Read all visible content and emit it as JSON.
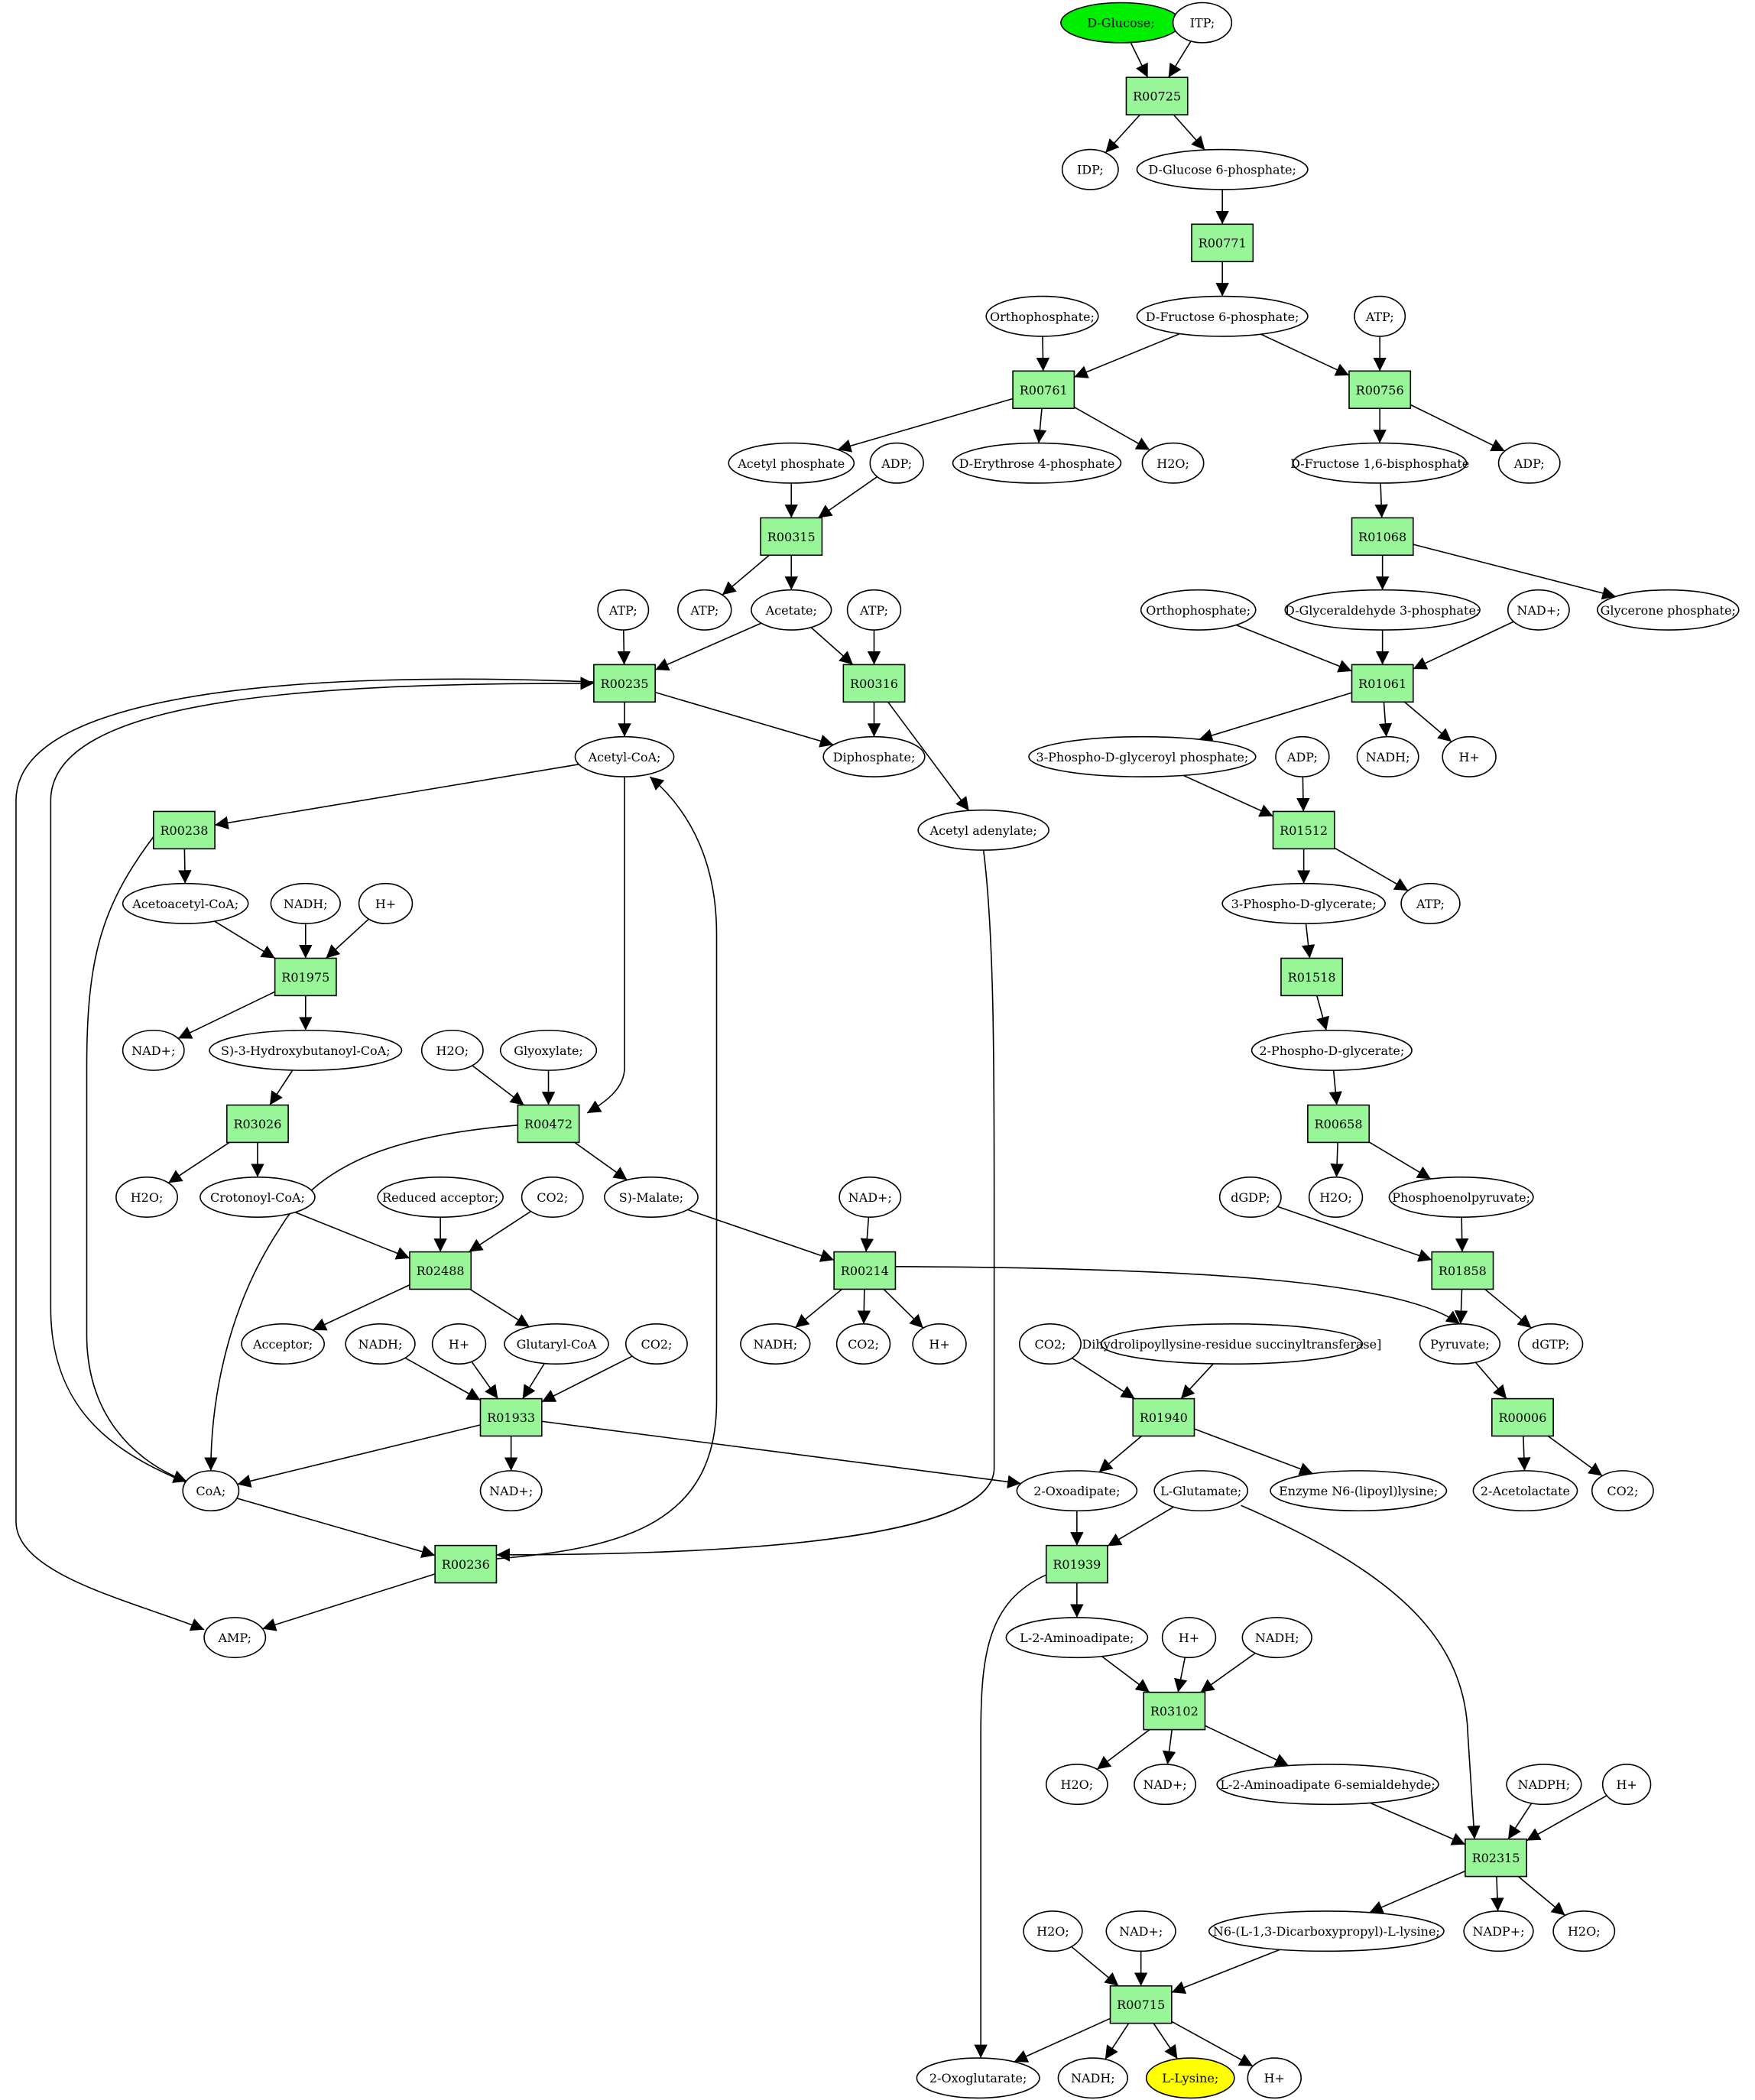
{
  "colors": {
    "reaction_fill": "#98f598",
    "compound_fill": "#ffffff",
    "start_fill": "#00ee00",
    "target_fill": "#ffff00",
    "stroke": "#000000"
  },
  "nodes": [
    {
      "id": "glc",
      "label": "D-Glucose;",
      "kind": "start"
    },
    {
      "id": "itp",
      "label": "ITP;",
      "kind": "compound"
    },
    {
      "id": "R00725",
      "label": "R00725",
      "kind": "reaction"
    },
    {
      "id": "idp",
      "label": "IDP;",
      "kind": "compound"
    },
    {
      "id": "g6p",
      "label": "D-Glucose 6-phosphate;",
      "kind": "compound"
    },
    {
      "id": "R00771",
      "label": "R00771",
      "kind": "reaction"
    },
    {
      "id": "orthoA",
      "label": "Orthophosphate;",
      "kind": "compound"
    },
    {
      "id": "f6p",
      "label": "D-Fructose 6-phosphate;",
      "kind": "compound"
    },
    {
      "id": "atpA",
      "label": "ATP;",
      "kind": "compound"
    },
    {
      "id": "R00761",
      "label": "R00761",
      "kind": "reaction"
    },
    {
      "id": "R00756",
      "label": "R00756",
      "kind": "reaction"
    },
    {
      "id": "acp",
      "label": "Acetyl phosphate",
      "kind": "compound"
    },
    {
      "id": "adpA",
      "label": "ADP;",
      "kind": "compound"
    },
    {
      "id": "e4p",
      "label": "D-Erythrose 4-phosphate",
      "kind": "compound"
    },
    {
      "id": "h2oA",
      "label": "H2O;",
      "kind": "compound"
    },
    {
      "id": "fbp",
      "label": "D-Fructose 1,6-bisphosphate",
      "kind": "compound"
    },
    {
      "id": "adpB",
      "label": "ADP;",
      "kind": "compound"
    },
    {
      "id": "R00315",
      "label": "R00315",
      "kind": "reaction"
    },
    {
      "id": "R01068",
      "label": "R01068",
      "kind": "reaction"
    },
    {
      "id": "atpB",
      "label": "ATP;",
      "kind": "compound"
    },
    {
      "id": "atpC",
      "label": "ATP;",
      "kind": "compound"
    },
    {
      "id": "acetate",
      "label": "Acetate;",
      "kind": "compound"
    },
    {
      "id": "atpD",
      "label": "ATP;",
      "kind": "compound"
    },
    {
      "id": "orthoB",
      "label": "Orthophosphate;",
      "kind": "compound"
    },
    {
      "id": "g3p",
      "label": "D-Glyceraldehyde 3-phosphate;",
      "kind": "compound"
    },
    {
      "id": "nadA",
      "label": "NAD+;",
      "kind": "compound"
    },
    {
      "id": "dhap",
      "label": "Glycerone phosphate;",
      "kind": "compound"
    },
    {
      "id": "R00235",
      "label": "R00235",
      "kind": "reaction"
    },
    {
      "id": "R00316",
      "label": "R00316",
      "kind": "reaction"
    },
    {
      "id": "R01061",
      "label": "R01061",
      "kind": "reaction"
    },
    {
      "id": "acoa",
      "label": "Acetyl-CoA;",
      "kind": "compound"
    },
    {
      "id": "ppi",
      "label": "Diphosphate;",
      "kind": "compound"
    },
    {
      "id": "bpg",
      "label": "3-Phospho-D-glyceroyl phosphate;",
      "kind": "compound"
    },
    {
      "id": "adpC",
      "label": "ADP;",
      "kind": "compound"
    },
    {
      "id": "nadhA",
      "label": "NADH;",
      "kind": "compound"
    },
    {
      "id": "hA",
      "label": "H+",
      "kind": "compound"
    },
    {
      "id": "R00238",
      "label": "R00238",
      "kind": "reaction"
    },
    {
      "id": "acamp",
      "label": "Acetyl adenylate;",
      "kind": "compound"
    },
    {
      "id": "R01512",
      "label": "R01512",
      "kind": "reaction"
    },
    {
      "id": "aacoa",
      "label": "Acetoacetyl-CoA;",
      "kind": "compound"
    },
    {
      "id": "nadhB",
      "label": "NADH;",
      "kind": "compound"
    },
    {
      "id": "hB",
      "label": "H+",
      "kind": "compound"
    },
    {
      "id": "pg3",
      "label": "3-Phospho-D-glycerate;",
      "kind": "compound"
    },
    {
      "id": "atpE",
      "label": "ATP;",
      "kind": "compound"
    },
    {
      "id": "R01975",
      "label": "R01975",
      "kind": "reaction"
    },
    {
      "id": "R01518",
      "label": "R01518",
      "kind": "reaction"
    },
    {
      "id": "nadB",
      "label": "NAD+;",
      "kind": "compound"
    },
    {
      "id": "hbcoa",
      "label": "S)-3-Hydroxybutanoyl-CoA;",
      "kind": "compound"
    },
    {
      "id": "h2oB",
      "label": "H2O;",
      "kind": "compound"
    },
    {
      "id": "glyox",
      "label": "Glyoxylate;",
      "kind": "compound"
    },
    {
      "id": "pg2",
      "label": "2-Phospho-D-glycerate;",
      "kind": "compound"
    },
    {
      "id": "R03026",
      "label": "R03026",
      "kind": "reaction"
    },
    {
      "id": "R00472",
      "label": "R00472",
      "kind": "reaction"
    },
    {
      "id": "R00658",
      "label": "R00658",
      "kind": "reaction"
    },
    {
      "id": "h2oC",
      "label": "H2O;",
      "kind": "compound"
    },
    {
      "id": "crcoa",
      "label": "Crotonoyl-CoA;",
      "kind": "compound"
    },
    {
      "id": "redacc",
      "label": "Reduced acceptor;",
      "kind": "compound"
    },
    {
      "id": "co2A",
      "label": "CO2;",
      "kind": "compound"
    },
    {
      "id": "malate",
      "label": "S)-Malate;",
      "kind": "compound"
    },
    {
      "id": "nadC",
      "label": "NAD+;",
      "kind": "compound"
    },
    {
      "id": "dgdp",
      "label": "dGDP;",
      "kind": "compound"
    },
    {
      "id": "h2oD",
      "label": "H2O;",
      "kind": "compound"
    },
    {
      "id": "pep",
      "label": "Phosphoenolpyruvate;",
      "kind": "compound"
    },
    {
      "id": "R02488",
      "label": "R02488",
      "kind": "reaction"
    },
    {
      "id": "R00214",
      "label": "R00214",
      "kind": "reaction"
    },
    {
      "id": "R01858",
      "label": "R01858",
      "kind": "reaction"
    },
    {
      "id": "acceptor",
      "label": "Acceptor;",
      "kind": "compound"
    },
    {
      "id": "nadhC",
      "label": "NADH;",
      "kind": "compound"
    },
    {
      "id": "hC",
      "label": "H+",
      "kind": "compound"
    },
    {
      "id": "glucoa",
      "label": "Glutaryl-CoA",
      "kind": "compound"
    },
    {
      "id": "co2B",
      "label": "CO2;",
      "kind": "compound"
    },
    {
      "id": "nadhD",
      "label": "NADH;",
      "kind": "compound"
    },
    {
      "id": "co2C",
      "label": "CO2;",
      "kind": "compound"
    },
    {
      "id": "hD",
      "label": "H+",
      "kind": "compound"
    },
    {
      "id": "co2D",
      "label": "CO2;",
      "kind": "compound"
    },
    {
      "id": "dhlst",
      "label": "Dihydrolipoyllysine-residue succinyltransferase]",
      "kind": "compound"
    },
    {
      "id": "pyr",
      "label": "Pyruvate;",
      "kind": "compound"
    },
    {
      "id": "dgtp",
      "label": "dGTP;",
      "kind": "compound"
    },
    {
      "id": "R01933",
      "label": "R01933",
      "kind": "reaction"
    },
    {
      "id": "R01940",
      "label": "R01940",
      "kind": "reaction"
    },
    {
      "id": "R00006",
      "label": "R00006",
      "kind": "reaction"
    },
    {
      "id": "coa",
      "label": "CoA;",
      "kind": "compound"
    },
    {
      "id": "nadD",
      "label": "NAD+;",
      "kind": "compound"
    },
    {
      "id": "oxoad",
      "label": "2-Oxoadipate;",
      "kind": "compound"
    },
    {
      "id": "glu",
      "label": "L-Glutamate;",
      "kind": "compound"
    },
    {
      "id": "lipoyl",
      "label": "Enzyme N6-(lipoyl)lysine;",
      "kind": "compound"
    },
    {
      "id": "acetol",
      "label": "2-Acetolactate",
      "kind": "compound"
    },
    {
      "id": "co2E",
      "label": "CO2;",
      "kind": "compound"
    },
    {
      "id": "R00236",
      "label": "R00236",
      "kind": "reaction"
    },
    {
      "id": "R01939",
      "label": "R01939",
      "kind": "reaction"
    },
    {
      "id": "amp",
      "label": "AMP;",
      "kind": "compound"
    },
    {
      "id": "l2aa",
      "label": "L-2-Aminoadipate;",
      "kind": "compound"
    },
    {
      "id": "hE",
      "label": "H+",
      "kind": "compound"
    },
    {
      "id": "nadhE",
      "label": "NADH;",
      "kind": "compound"
    },
    {
      "id": "R03102",
      "label": "R03102",
      "kind": "reaction"
    },
    {
      "id": "h2oE",
      "label": "H2O;",
      "kind": "compound"
    },
    {
      "id": "nadE",
      "label": "NAD+;",
      "kind": "compound"
    },
    {
      "id": "aasa",
      "label": "L-2-Aminoadipate 6-semialdehyde;",
      "kind": "compound"
    },
    {
      "id": "nadph",
      "label": "NADPH;",
      "kind": "compound"
    },
    {
      "id": "hF",
      "label": "H+",
      "kind": "compound"
    },
    {
      "id": "R02315",
      "label": "R02315",
      "kind": "reaction"
    },
    {
      "id": "h2oF",
      "label": "H2O;",
      "kind": "compound"
    },
    {
      "id": "nadF",
      "label": "NAD+;",
      "kind": "compound"
    },
    {
      "id": "saccharopine",
      "label": "N6-(L-1,3-Dicarboxypropyl)-L-lysine;",
      "kind": "compound"
    },
    {
      "id": "nadpp",
      "label": "NADP+;",
      "kind": "compound"
    },
    {
      "id": "h2oG",
      "label": "H2O;",
      "kind": "compound"
    },
    {
      "id": "R00715",
      "label": "R00715",
      "kind": "reaction"
    },
    {
      "id": "oxoglu",
      "label": "2-Oxoglutarate;",
      "kind": "compound"
    },
    {
      "id": "nadhF",
      "label": "NADH;",
      "kind": "compound"
    },
    {
      "id": "lys",
      "label": "L-Lysine;",
      "kind": "target"
    },
    {
      "id": "hG",
      "label": "H+",
      "kind": "compound"
    }
  ],
  "edges": [
    [
      "glc",
      "R00725"
    ],
    [
      "itp",
      "R00725"
    ],
    [
      "R00725",
      "idp"
    ],
    [
      "R00725",
      "g6p"
    ],
    [
      "g6p",
      "R00771"
    ],
    [
      "R00771",
      "f6p"
    ],
    [
      "orthoA",
      "R00761"
    ],
    [
      "f6p",
      "R00761"
    ],
    [
      "f6p",
      "R00756"
    ],
    [
      "atpA",
      "R00756"
    ],
    [
      "R00761",
      "acp"
    ],
    [
      "R00761",
      "e4p"
    ],
    [
      "R00761",
      "h2oA"
    ],
    [
      "R00756",
      "fbp"
    ],
    [
      "R00756",
      "adpB"
    ],
    [
      "acp",
      "R00315"
    ],
    [
      "adpA",
      "R00315"
    ],
    [
      "R00315",
      "atpC"
    ],
    [
      "R00315",
      "acetate"
    ],
    [
      "fbp",
      "R01068"
    ],
    [
      "R01068",
      "g3p"
    ],
    [
      "R01068",
      "dhap"
    ],
    [
      "atpB",
      "R00235"
    ],
    [
      "acetate",
      "R00235"
    ],
    [
      "acetate",
      "R00316"
    ],
    [
      "atpD",
      "R00316"
    ],
    [
      "coa",
      "R00235"
    ],
    [
      "R00235",
      "acoa"
    ],
    [
      "R00235",
      "ppi"
    ],
    [
      "R00235",
      "amp"
    ],
    [
      "R00316",
      "ppi"
    ],
    [
      "R00316",
      "acamp"
    ],
    [
      "orthoB",
      "R01061"
    ],
    [
      "g3p",
      "R01061"
    ],
    [
      "nadA",
      "R01061"
    ],
    [
      "R01061",
      "bpg"
    ],
    [
      "R01061",
      "nadhA"
    ],
    [
      "R01061",
      "hA"
    ],
    [
      "acoa",
      "R00238"
    ],
    [
      "acoa",
      "R00472"
    ],
    [
      "R00238",
      "aacoa"
    ],
    [
      "R00238",
      "coa"
    ],
    [
      "bpg",
      "R01512"
    ],
    [
      "adpC",
      "R01512"
    ],
    [
      "R01512",
      "pg3"
    ],
    [
      "R01512",
      "atpE"
    ],
    [
      "aacoa",
      "R01975"
    ],
    [
      "nadhB",
      "R01975"
    ],
    [
      "hB",
      "R01975"
    ],
    [
      "R01975",
      "nadB"
    ],
    [
      "R01975",
      "hbcoa"
    ],
    [
      "pg3",
      "R01518"
    ],
    [
      "R01518",
      "pg2"
    ],
    [
      "hbcoa",
      "R03026"
    ],
    [
      "R03026",
      "h2oC"
    ],
    [
      "R03026",
      "crcoa"
    ],
    [
      "h2oB",
      "R00472"
    ],
    [
      "glyox",
      "R00472"
    ],
    [
      "R00472",
      "malate"
    ],
    [
      "R00472",
      "coa"
    ],
    [
      "pg2",
      "R00658"
    ],
    [
      "R00658",
      "h2oD"
    ],
    [
      "R00658",
      "pep"
    ],
    [
      "crcoa",
      "R02488"
    ],
    [
      "redacc",
      "R02488"
    ],
    [
      "co2A",
      "R02488"
    ],
    [
      "R02488",
      "acceptor"
    ],
    [
      "R02488",
      "glucoa"
    ],
    [
      "malate",
      "R00214"
    ],
    [
      "nadC",
      "R00214"
    ],
    [
      "R00214",
      "nadhD"
    ],
    [
      "R00214",
      "co2C"
    ],
    [
      "R00214",
      "hD"
    ],
    [
      "R00214",
      "pyr"
    ],
    [
      "dgdp",
      "R01858"
    ],
    [
      "pep",
      "R01858"
    ],
    [
      "R01858",
      "pyr"
    ],
    [
      "R01858",
      "dgtp"
    ],
    [
      "nadhC",
      "R01933"
    ],
    [
      "hC",
      "R01933"
    ],
    [
      "glucoa",
      "R01933"
    ],
    [
      "co2B",
      "R01933"
    ],
    [
      "R01933",
      "coa"
    ],
    [
      "R01933",
      "nadD"
    ],
    [
      "R01933",
      "oxoad"
    ],
    [
      "co2D",
      "R01940"
    ],
    [
      "dhlst",
      "R01940"
    ],
    [
      "R01940",
      "oxoad"
    ],
    [
      "R01940",
      "lipoyl"
    ],
    [
      "pyr",
      "R00006"
    ],
    [
      "R00006",
      "acetol"
    ],
    [
      "R00006",
      "co2E"
    ],
    [
      "coa",
      "R00236"
    ],
    [
      "acamp",
      "R00236"
    ],
    [
      "R00236",
      "acoa"
    ],
    [
      "R00236",
      "amp"
    ],
    [
      "oxoad",
      "R01939"
    ],
    [
      "glu",
      "R01939"
    ],
    [
      "glu",
      "R02315"
    ],
    [
      "R01939",
      "l2aa"
    ],
    [
      "R01939",
      "oxoglu"
    ],
    [
      "l2aa",
      "R03102"
    ],
    [
      "hE",
      "R03102"
    ],
    [
      "nadhE",
      "R03102"
    ],
    [
      "R03102",
      "h2oE"
    ],
    [
      "R03102",
      "nadE"
    ],
    [
      "R03102",
      "aasa"
    ],
    [
      "aasa",
      "R02315"
    ],
    [
      "nadph",
      "R02315"
    ],
    [
      "hF",
      "R02315"
    ],
    [
      "R02315",
      "saccharopine"
    ],
    [
      "R02315",
      "nadpp"
    ],
    [
      "R02315",
      "h2oG"
    ],
    [
      "h2oF",
      "R00715"
    ],
    [
      "nadF",
      "R00715"
    ],
    [
      "saccharopine",
      "R00715"
    ],
    [
      "R00715",
      "oxoglu"
    ],
    [
      "R00715",
      "nadhF"
    ],
    [
      "R00715",
      "lys"
    ],
    [
      "R00715",
      "hG"
    ]
  ]
}
